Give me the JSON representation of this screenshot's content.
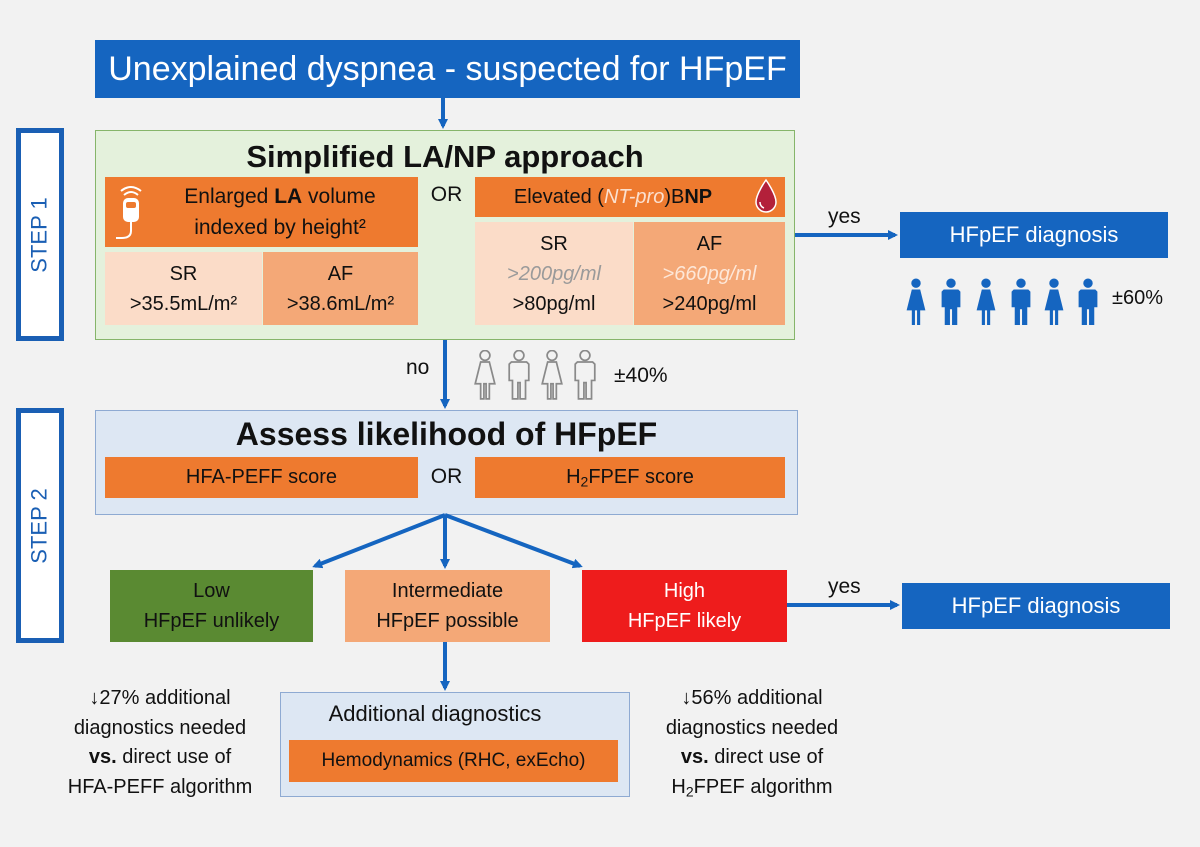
{
  "top_box": "Unexplained dyspnea - suspected for HFpEF",
  "step1_label": "STEP 1",
  "step2_label": "STEP 2",
  "step1": {
    "title": "Simplified LA/NP approach",
    "la_line1_pre": "Enlarged ",
    "la_line1_bold": "LA",
    "la_line1_post": " volume",
    "la_line2": "indexed by height²",
    "or": "OR",
    "np_pre": "Elevated (",
    "np_italic": "NT-pro",
    "np_mid": ")B",
    "np_bold": "NP",
    "la_sr_label": "SR",
    "la_sr_value": ">35.5mL/m²",
    "la_af_label": "AF",
    "la_af_value": ">38.6mL/m²",
    "np_sr_label": "SR",
    "np_sr_value1": ">200pg/ml",
    "np_sr_value2": ">80pg/ml",
    "np_af_label": "AF",
    "np_af_value1": ">660pg/ml",
    "np_af_value2": ">240pg/ml"
  },
  "yes_label": "yes",
  "no_label": "no",
  "diagnosis_label": "HFpEF diagnosis",
  "pct_60": "±60%",
  "pct_40": "±40%",
  "step2": {
    "title": "Assess likelihood of HFpEF",
    "hfa_score": "HFA-PEFF score",
    "or": "OR",
    "h2_pre": "H",
    "h2_sub": "2",
    "h2_post": "FPEF score"
  },
  "outcomes": {
    "low_line1": "Low",
    "low_line2": "HFpEF unlikely",
    "int_line1": "Intermediate",
    "int_line2": "HFpEF possible",
    "high_line1": "High",
    "high_line2": "HFpEF likely"
  },
  "yes_label2": "yes",
  "diagnosis_label2": "HFpEF diagnosis",
  "additional": {
    "title": "Additional diagnostics",
    "hemo": "Hemodynamics (RHC, exEcho)"
  },
  "note_left": {
    "line1": "↓27% additional",
    "line2": "diagnostics needed",
    "line3_bold": "vs.",
    "line3_rest": " direct use of",
    "line4": "HFA-PEFF algorithm"
  },
  "note_right": {
    "line1": "↓56% additional",
    "line2": "diagnostics needed",
    "line3_bold": "vs.",
    "line3_rest": " direct use of",
    "line4_pre": "H",
    "line4_sub": "2",
    "line4_post": "FPEF algorithm"
  },
  "colors": {
    "blue": "#1565c0",
    "orange": "#ee7a2f",
    "green": "#5a8a32",
    "red": "#ee1c1c",
    "light_green_bg": "#e4f1dc",
    "light_blue_bg": "#dde7f3"
  },
  "icons": [
    "ultrasound-probe-icon",
    "blood-drop-icon",
    "female-person-icon",
    "male-person-icon"
  ]
}
